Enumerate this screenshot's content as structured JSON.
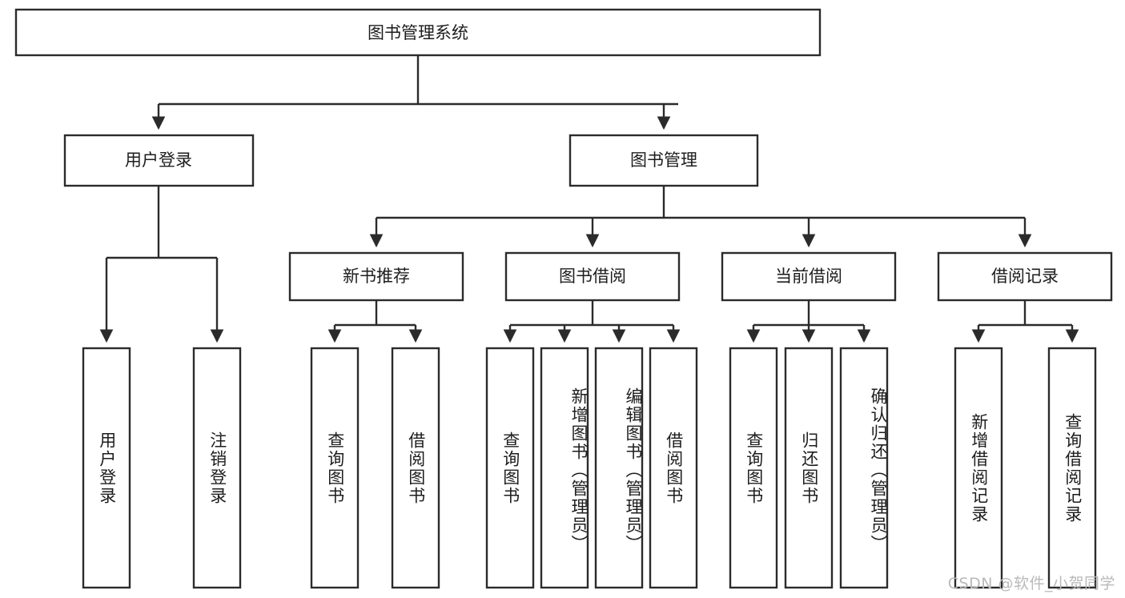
{
  "diagram": {
    "title": "图书管理系统",
    "type": "tree",
    "watermark": "CSDN @软件_小贺同学",
    "colors": {
      "stroke": "#2b2b2b",
      "fill": "#ffffff",
      "text": "#1d1d1d",
      "watermark": "#b9b9b9",
      "background": "#ffffff"
    }
  },
  "nodes": {
    "root": {
      "label": "图书管理系统"
    },
    "level2": [
      {
        "label": "用户登录"
      },
      {
        "label": "图书管理"
      }
    ],
    "level3": [
      {
        "label": "新书推荐"
      },
      {
        "label": "图书借阅"
      },
      {
        "label": "当前借阅"
      },
      {
        "label": "借阅记录"
      }
    ],
    "leaves": {
      "user_login": [
        {
          "label": "用户登录"
        },
        {
          "label": "注销登录"
        }
      ],
      "new_book_recommend": [
        {
          "label": "查询图书"
        },
        {
          "label": "借阅图书"
        }
      ],
      "book_borrow": [
        {
          "label": "查询图书"
        },
        {
          "label": "新增图书（管理员）"
        },
        {
          "label": "编辑图书（管理员）"
        },
        {
          "label": "借阅图书"
        }
      ],
      "current_borrow": [
        {
          "label": "查询图书"
        },
        {
          "label": "归还图书"
        },
        {
          "label": "确认归还（管理员）"
        }
      ],
      "borrow_record": [
        {
          "label": "新增借阅记录"
        },
        {
          "label": "查询借阅记录"
        }
      ]
    }
  }
}
